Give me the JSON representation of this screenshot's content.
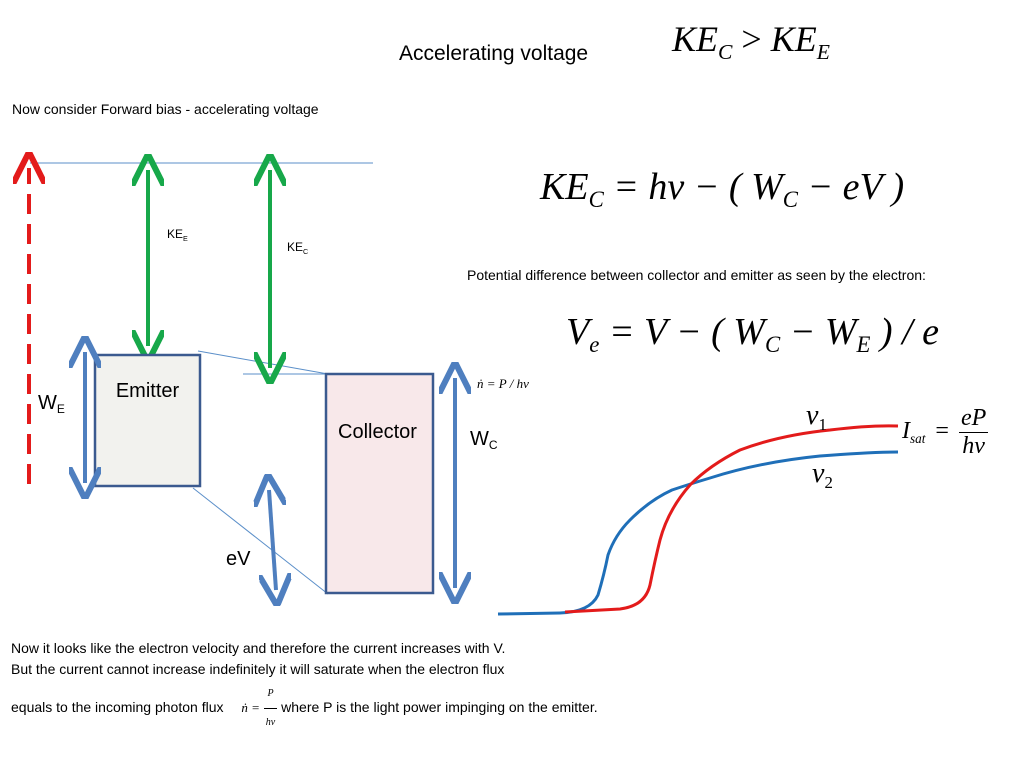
{
  "title": "Accelerating voltage",
  "subtitle": "Now consider Forward bias -  accelerating voltage",
  "equations": {
    "ke_compare": {
      "lhs": "KE",
      "lhs_sub": "C",
      "op": ">",
      "rhs": "KE",
      "rhs_sub": "E"
    },
    "ke_c": {
      "lhs": "KE",
      "lhs_sub": "C",
      "rhs_a": "= hν − ( W",
      "rhs_sub": "C",
      "rhs_b": "− eV )"
    },
    "v_e": {
      "lhs": "V",
      "lhs_sub": "e",
      "rhs_a": "= V − ( W",
      "sub_c": "C",
      "rhs_b": "− W",
      "sub_e": "E",
      "rhs_c": ") / e"
    },
    "n_dot_small": "ṅ = P / hν",
    "i_sat": {
      "lhs": "I",
      "lhs_sub": "sat",
      "eq": "=",
      "num": "eP",
      "den": "hν"
    }
  },
  "potential_caption": "Potential difference between collector and emitter as  seen by the electron:",
  "diagram": {
    "emitter_label": "Emitter",
    "collector_label": "Collector",
    "we_label": "W",
    "we_sub": "E",
    "wc_label": "W",
    "wc_sub": "C",
    "ke_e_label": "KE",
    "ke_e_sub": "E",
    "ke_c_label": "KE",
    "ke_c_sub": "C",
    "ev_label": "eV",
    "colors": {
      "photon_arrow": "#e31b1b",
      "ke_arrows": "#17a84a",
      "work_arrows": "#4f7fbf",
      "box_border": "#3b5a8f",
      "emitter_fill": "#f2f2ee",
      "collector_fill": "#f8e8ea",
      "level_lines": "#5b8fc9"
    }
  },
  "curves": {
    "nu1": "ν",
    "nu1_sub": "1",
    "nu2": "ν",
    "nu2_sub": "2",
    "colors": {
      "nu1": "#e31b1b",
      "nu2": "#1f6fb8"
    }
  },
  "bottom_text": {
    "line1": "Now it looks like the electron velocity and therefore the current increases with  V.",
    "line2": " But the current cannot increase indefinitely  it will saturate when the electron flux",
    "line3a": "equals to the incoming photon flux",
    "n_dot": "ṅ =",
    "frac_num": "P",
    "frac_den": "hν",
    "line3b": "where  P is the light power  impinging on the emitter."
  }
}
